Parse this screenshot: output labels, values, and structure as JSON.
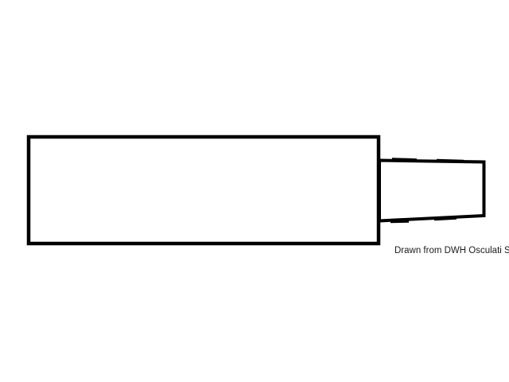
{
  "drawing": {
    "type": "technical-line-drawing",
    "subject": "rectangular bar with tapered stub connector (side profile)",
    "credit": "Drawn from DWH Osculati SpA",
    "line_color": "#000000",
    "background_color": "#ffffff",
    "shapes": [
      {
        "name": "main-body",
        "form": "rectangle",
        "fill": "#ffffff",
        "stroke": "#000000"
      },
      {
        "name": "stub-connector",
        "form": "tapered-rectangle",
        "fill": "#ffffff",
        "stroke": "#000000"
      }
    ]
  }
}
